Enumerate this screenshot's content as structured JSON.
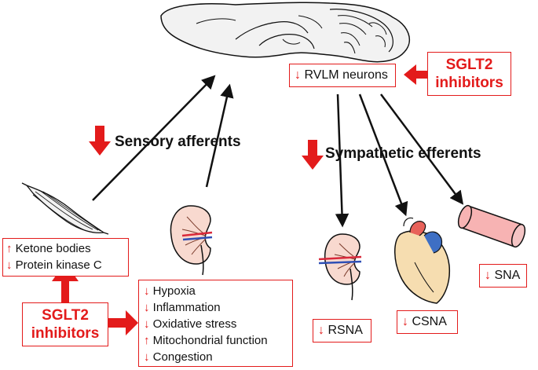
{
  "colors": {
    "accent_red": "#e31b1b",
    "brain_fill": "#f2f2f2",
    "kidney_fill": "#f8d9cf",
    "artery": "#d9283a",
    "vein": "#2f4fb5",
    "heart_fill": "#f6ddb0",
    "heart_aorta": "#e8625a",
    "heart_vessel_blue": "#3e6fc4",
    "vessel_fill": "#f7b3b3"
  },
  "icons": [
    "brain-icon",
    "muscle-icon",
    "kidney-icon",
    "heart-icon",
    "blood-vessel-icon",
    "down-arrow-icon",
    "block-arrow-icon"
  ],
  "rvlm": {
    "arrow": "↓",
    "label": "RVLM neurons"
  },
  "sglt2_top": {
    "line1": "SGLT2",
    "line2": "inhibitors"
  },
  "sglt2_bottom": {
    "line1": "SGLT2",
    "line2": "inhibitors"
  },
  "sensory": {
    "label": "Sensory afferents"
  },
  "sympathetic": {
    "label": "Sympathetic efferents"
  },
  "muscle_box": {
    "items": [
      {
        "arrow": "↑",
        "text": "Ketone bodies"
      },
      {
        "arrow": "↓",
        "text": "Protein kinase C"
      }
    ]
  },
  "kidney_box": {
    "items": [
      {
        "arrow": "↓",
        "text": "Hypoxia"
      },
      {
        "arrow": "↓",
        "text": "Inflammation"
      },
      {
        "arrow": "↓",
        "text": "Oxidative stress"
      },
      {
        "arrow": "↑",
        "text": "Mitochondrial function"
      },
      {
        "arrow": "↓",
        "text": "Congestion"
      }
    ]
  },
  "rsna": {
    "arrow": "↓",
    "label": "RSNA"
  },
  "csna": {
    "arrow": "↓",
    "label": "CSNA"
  },
  "sna": {
    "arrow": "↓",
    "label": "SNA"
  }
}
